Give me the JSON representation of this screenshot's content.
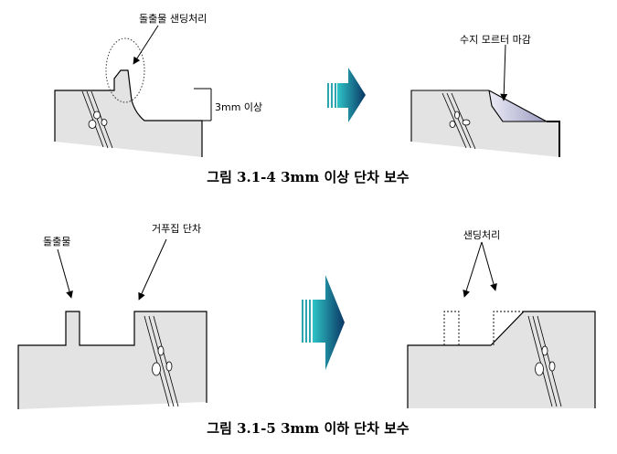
{
  "figure1": {
    "caption": "그림 3.1-4  3mm 이상 단차 보수",
    "label_protrusion": "돌출물 샌딩처리",
    "label_dimension": "3mm 이상",
    "label_resin": "수지 모르터 마감"
  },
  "figure2": {
    "caption": "그림 3.1-5 3mm 이하 단차 보수",
    "label_protrusion": "돌출물",
    "label_form_step": "거푸집 단차",
    "label_sanding": "샌딩처리"
  },
  "colors": {
    "concrete": "#e3e3e3",
    "arrow_light": "#2ec4c6",
    "arrow_dark": "#0a3564",
    "resin_light": "#ececf6",
    "resin_dark": "#9a9ac0"
  }
}
